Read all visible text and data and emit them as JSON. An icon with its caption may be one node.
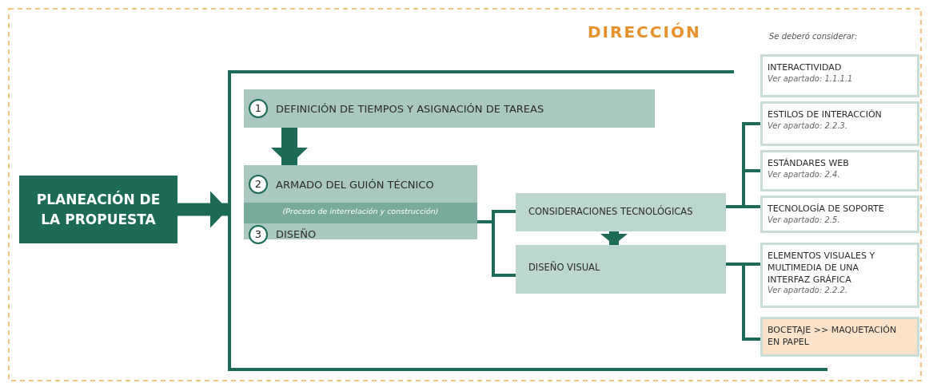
{
  "diagram": {
    "title": "DIRECCIÓN",
    "nodes": [
      {
        "text": [
          "PLANEACIÓN DE LA PROPUESTA"
        ]
      },
      {
        "text": [],
        "shape": "bracket"
      },
      {
        "text": [
          "1",
          "DEFINICIÓN DE TIEMPOS Y ASIGNACIÓN DE TAREAS"
        ],
        "in": 1
      },
      {
        "text": [
          "2",
          "ARMADO DEL GUIÓN TÉCNICO",
          "(Proceso de interrelación y construcción)",
          "3",
          "DISEÑO"
        ],
        "in": 1
      },
      {
        "text": [
          "CONSIDERACIONES TECNOLÓGICAS"
        ],
        "in": 1
      },
      {
        "text": [
          "DISEÑO VISUAL"
        ],
        "in": 1
      },
      {
        "text": [
          "INTERACTIVIDAD",
          "Ver apartado: 1.1.1.1"
        ]
      },
      {
        "text": [
          "ESTILOS DE INTERACCIÓN",
          "Ver apartado: 2.2.3."
        ]
      },
      {
        "text": [
          "ESTÁNDARES WEB",
          "Ver apartado: 2.4."
        ]
      },
      {
        "text": [
          "TECNOLOGÍA DE SOPORTE",
          "Ver apartado: 2.5."
        ]
      },
      {
        "text": [
          "ELEMENTOS VISUALES Y MULTIMEDIA DE UNA INTERFAZ GRÁFICA",
          "Ver apartado: 2.2.2."
        ]
      },
      {
        "text": [
          "BOCETAJE >> MAQUETACIÓN EN PAPEL"
        ]
      }
    ],
    "edges": [
      {
        "from": 0,
        "to": 1,
        "arrow": "to",
        "style": "thick"
      },
      {
        "from": 2,
        "to": 3,
        "arrow": "to",
        "style": "thick"
      },
      {
        "from": 3,
        "to": 4,
        "arrow": "none"
      },
      {
        "from": 3,
        "to": 5,
        "arrow": "none"
      },
      {
        "from": 4,
        "to": 5,
        "arrow": "to",
        "style": "thick"
      },
      {
        "from": 4,
        "to": 7,
        "arrow": "none"
      },
      {
        "from": 4,
        "to": 8,
        "arrow": "none"
      },
      {
        "from": 4,
        "to": 9,
        "arrow": "none"
      },
      {
        "from": 5,
        "to": 10,
        "arrow": "none"
      },
      {
        "from": 5,
        "to": 11,
        "arrow": "none"
      }
    ],
    "labels": [
      "Se deberó considerar:"
    ]
  }
}
